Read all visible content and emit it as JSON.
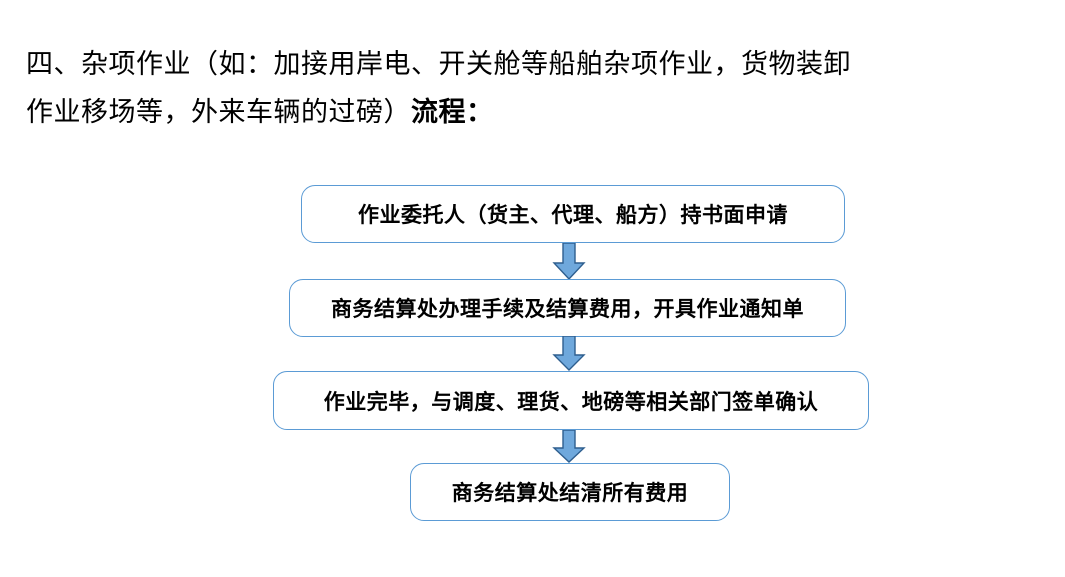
{
  "document": {
    "heading": {
      "line1": "四、杂项作业（如：加接用岸电、开关舱等船舶杂项作业，货物装卸",
      "line2_main": "作业移场等，外来车辆的过磅）",
      "line2_tail": "流程："
    }
  },
  "flowchart": {
    "type": "vertical-process-flow",
    "colors": {
      "node_border": "#5B9BD5",
      "node_fill": "#FFFFFF",
      "arrow_fill": "#6FA8DC",
      "arrow_stroke": "#2E5E8E",
      "text": "#000000"
    },
    "nodes": [
      {
        "id": "node-1",
        "label": "作业委托人（货主、代理、船方）持书面申请"
      },
      {
        "id": "node-2",
        "label": "商务结算处办理手续及结算费用，开具作业通知单"
      },
      {
        "id": "node-3",
        "label": "作业完毕，与调度、理货、地磅等相关部门签单确认"
      },
      {
        "id": "node-4",
        "label": "商务结算处结清所有费用"
      }
    ],
    "arrows": [
      {
        "id": "arrow-1",
        "from": "node-1",
        "to": "node-2",
        "direction": "down"
      },
      {
        "id": "arrow-2",
        "from": "node-2",
        "to": "node-3",
        "direction": "down"
      },
      {
        "id": "arrow-3",
        "from": "node-3",
        "to": "node-4",
        "direction": "down"
      }
    ]
  }
}
